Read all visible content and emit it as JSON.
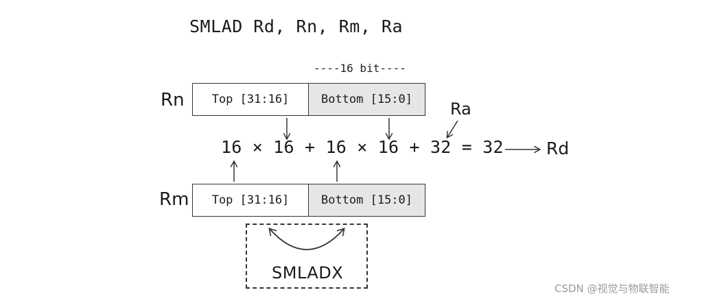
{
  "title": "SMLAD Rd, Rn, Rm, Ra",
  "bit_width_label": "----16 bit----",
  "rn": {
    "label": "Rn",
    "top": "Top [31:16]",
    "bottom": "Bottom [15:0]"
  },
  "rm": {
    "label": "Rm",
    "top": "Top [31:16]",
    "bottom": "Bottom [15:0]"
  },
  "equation": "16 × 16 + 16 × 16 + 32 = 32",
  "ra_label": "Ra",
  "rd_label": "Rd",
  "variant_label": "SMLADX",
  "watermark": "CSDN @视觉与物联智能"
}
